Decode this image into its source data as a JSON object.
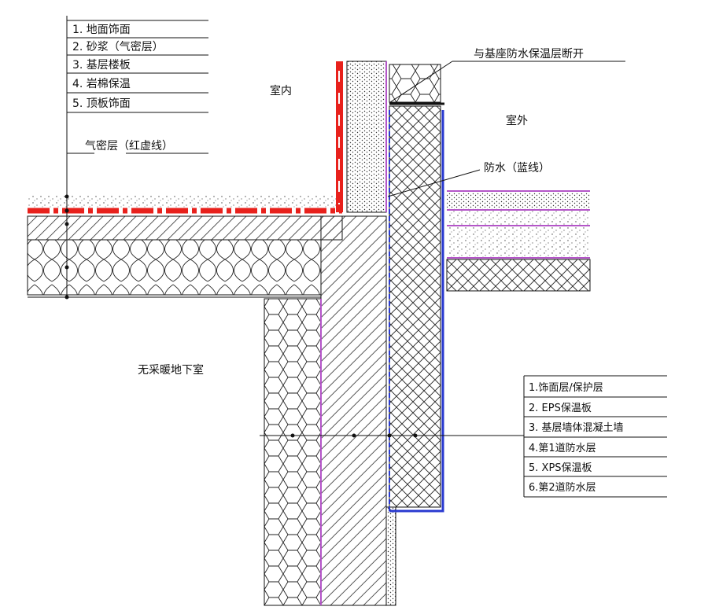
{
  "labels": {
    "indoor": "室内",
    "outdoor": "室外",
    "basement": "无采暖地下室",
    "airtight": "气密层（红虚线）",
    "waterproof": "防水（蓝线）",
    "break_note": "与基座防水保温层断开"
  },
  "floor_layers": [
    "1. 地面饰面",
    "2. 砂浆（气密层）",
    "3. 基层楼板",
    "4. 岩棉保温",
    "5. 顶板饰面"
  ],
  "wall_layers": [
    "1.饰面层/保护层",
    "2. EPS保温板",
    "3. 基层墙体混凝土墙",
    "4.第1道防水层",
    "5. XPS保温板",
    "6.第2道防水层"
  ],
  "colors": {
    "airtight": "#e8211c",
    "waterproof": "#2a3ad0",
    "finish": "#b455c8",
    "line": "#111111"
  }
}
